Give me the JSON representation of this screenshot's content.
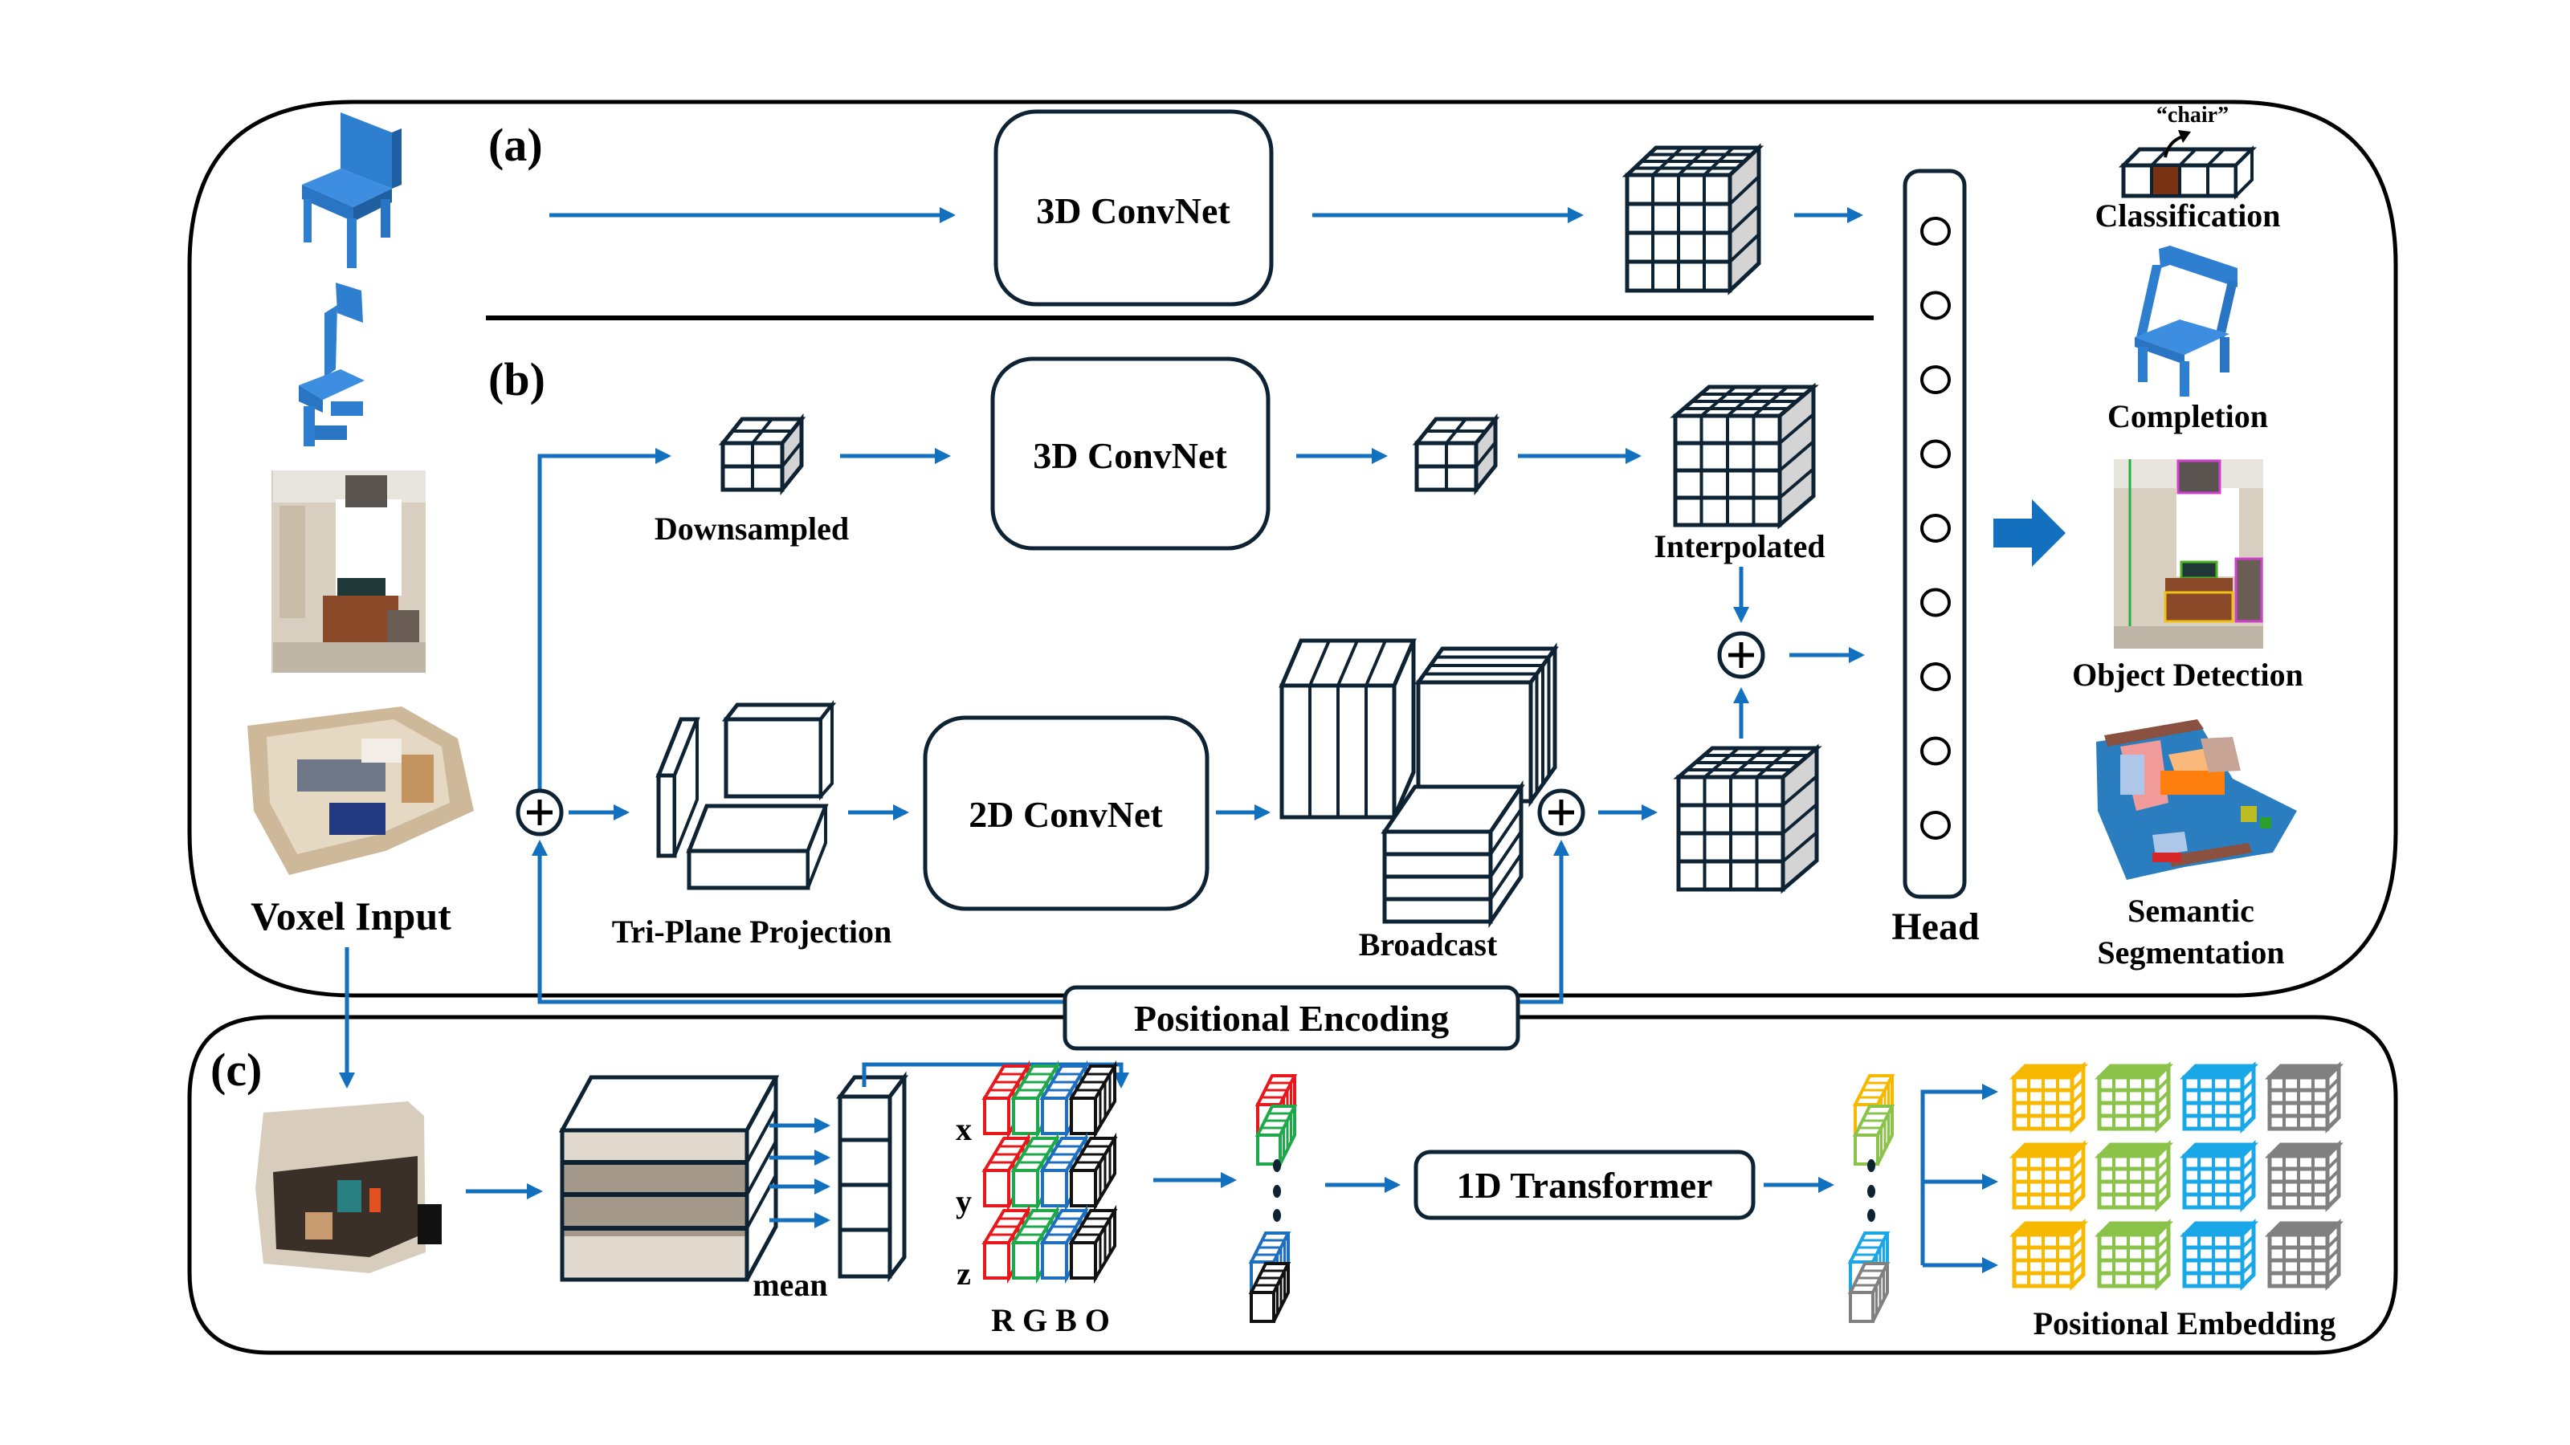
{
  "colors": {
    "arrow": "#1270bf",
    "outline": "#0d2233",
    "chair": "#2f7fd0",
    "class_highlight": "#7a3312",
    "rgbo": [
      "#e8171b",
      "#1fa84a",
      "#1f6fc0",
      "#111111"
    ],
    "pe_cubes": [
      "#f7b800",
      "#8bc34a",
      "#1aa7e8",
      "#808080"
    ]
  },
  "sections": {
    "a": {
      "label": "(a)",
      "convnet_label": "3D ConvNet"
    },
    "b": {
      "label": "(b)",
      "downsampled_label": "Downsampled",
      "convnet3d_label": "3D ConvNet",
      "interpolated_label": "Interpolated",
      "triplane_label": "Tri-Plane Projection",
      "convnet2d_label": "2D ConvNet",
      "broadcast_label": "Broadcast",
      "positional_encoding_label": "Positional Encoding"
    },
    "c": {
      "label": "(c)",
      "mean_label": "mean",
      "axis_labels": [
        "x",
        "y",
        "z"
      ],
      "channel_labels": "R G B O",
      "transformer_label": "1D Transformer",
      "positional_embedding_label": "Positional Embedding"
    }
  },
  "input": {
    "label": "Voxel Input"
  },
  "head": {
    "label": "Head",
    "node_count": 9
  },
  "tasks": [
    {
      "id": "classification",
      "label": "Classification",
      "class_text": "“chair”"
    },
    {
      "id": "completion",
      "label": "Completion"
    },
    {
      "id": "object-detection",
      "label": "Object Detection"
    },
    {
      "id": "semantic-segmentation",
      "label_line1": "Semantic",
      "label_line2": "Segmentation"
    }
  ]
}
